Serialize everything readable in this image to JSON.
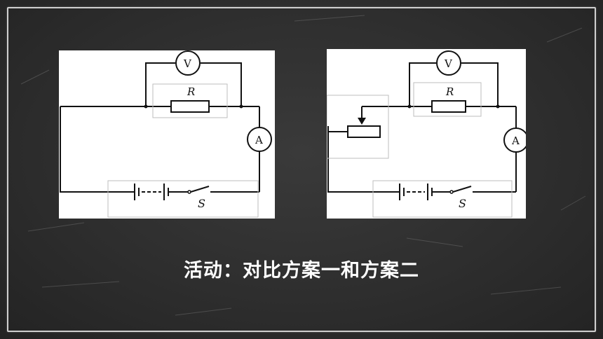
{
  "slide": {
    "title": "活动：对比方案一和方案二",
    "text_color": "#ffffff",
    "background_color": "#2c2c2c",
    "frame_color": "#cfcfcf"
  },
  "circuit_left": {
    "voltmeter_label": "V",
    "ammeter_label": "A",
    "resistor_label": "R",
    "switch_label": "S"
  },
  "circuit_right": {
    "voltmeter_label": "V",
    "ammeter_label": "A",
    "resistor_label": "R",
    "switch_label": "S"
  }
}
